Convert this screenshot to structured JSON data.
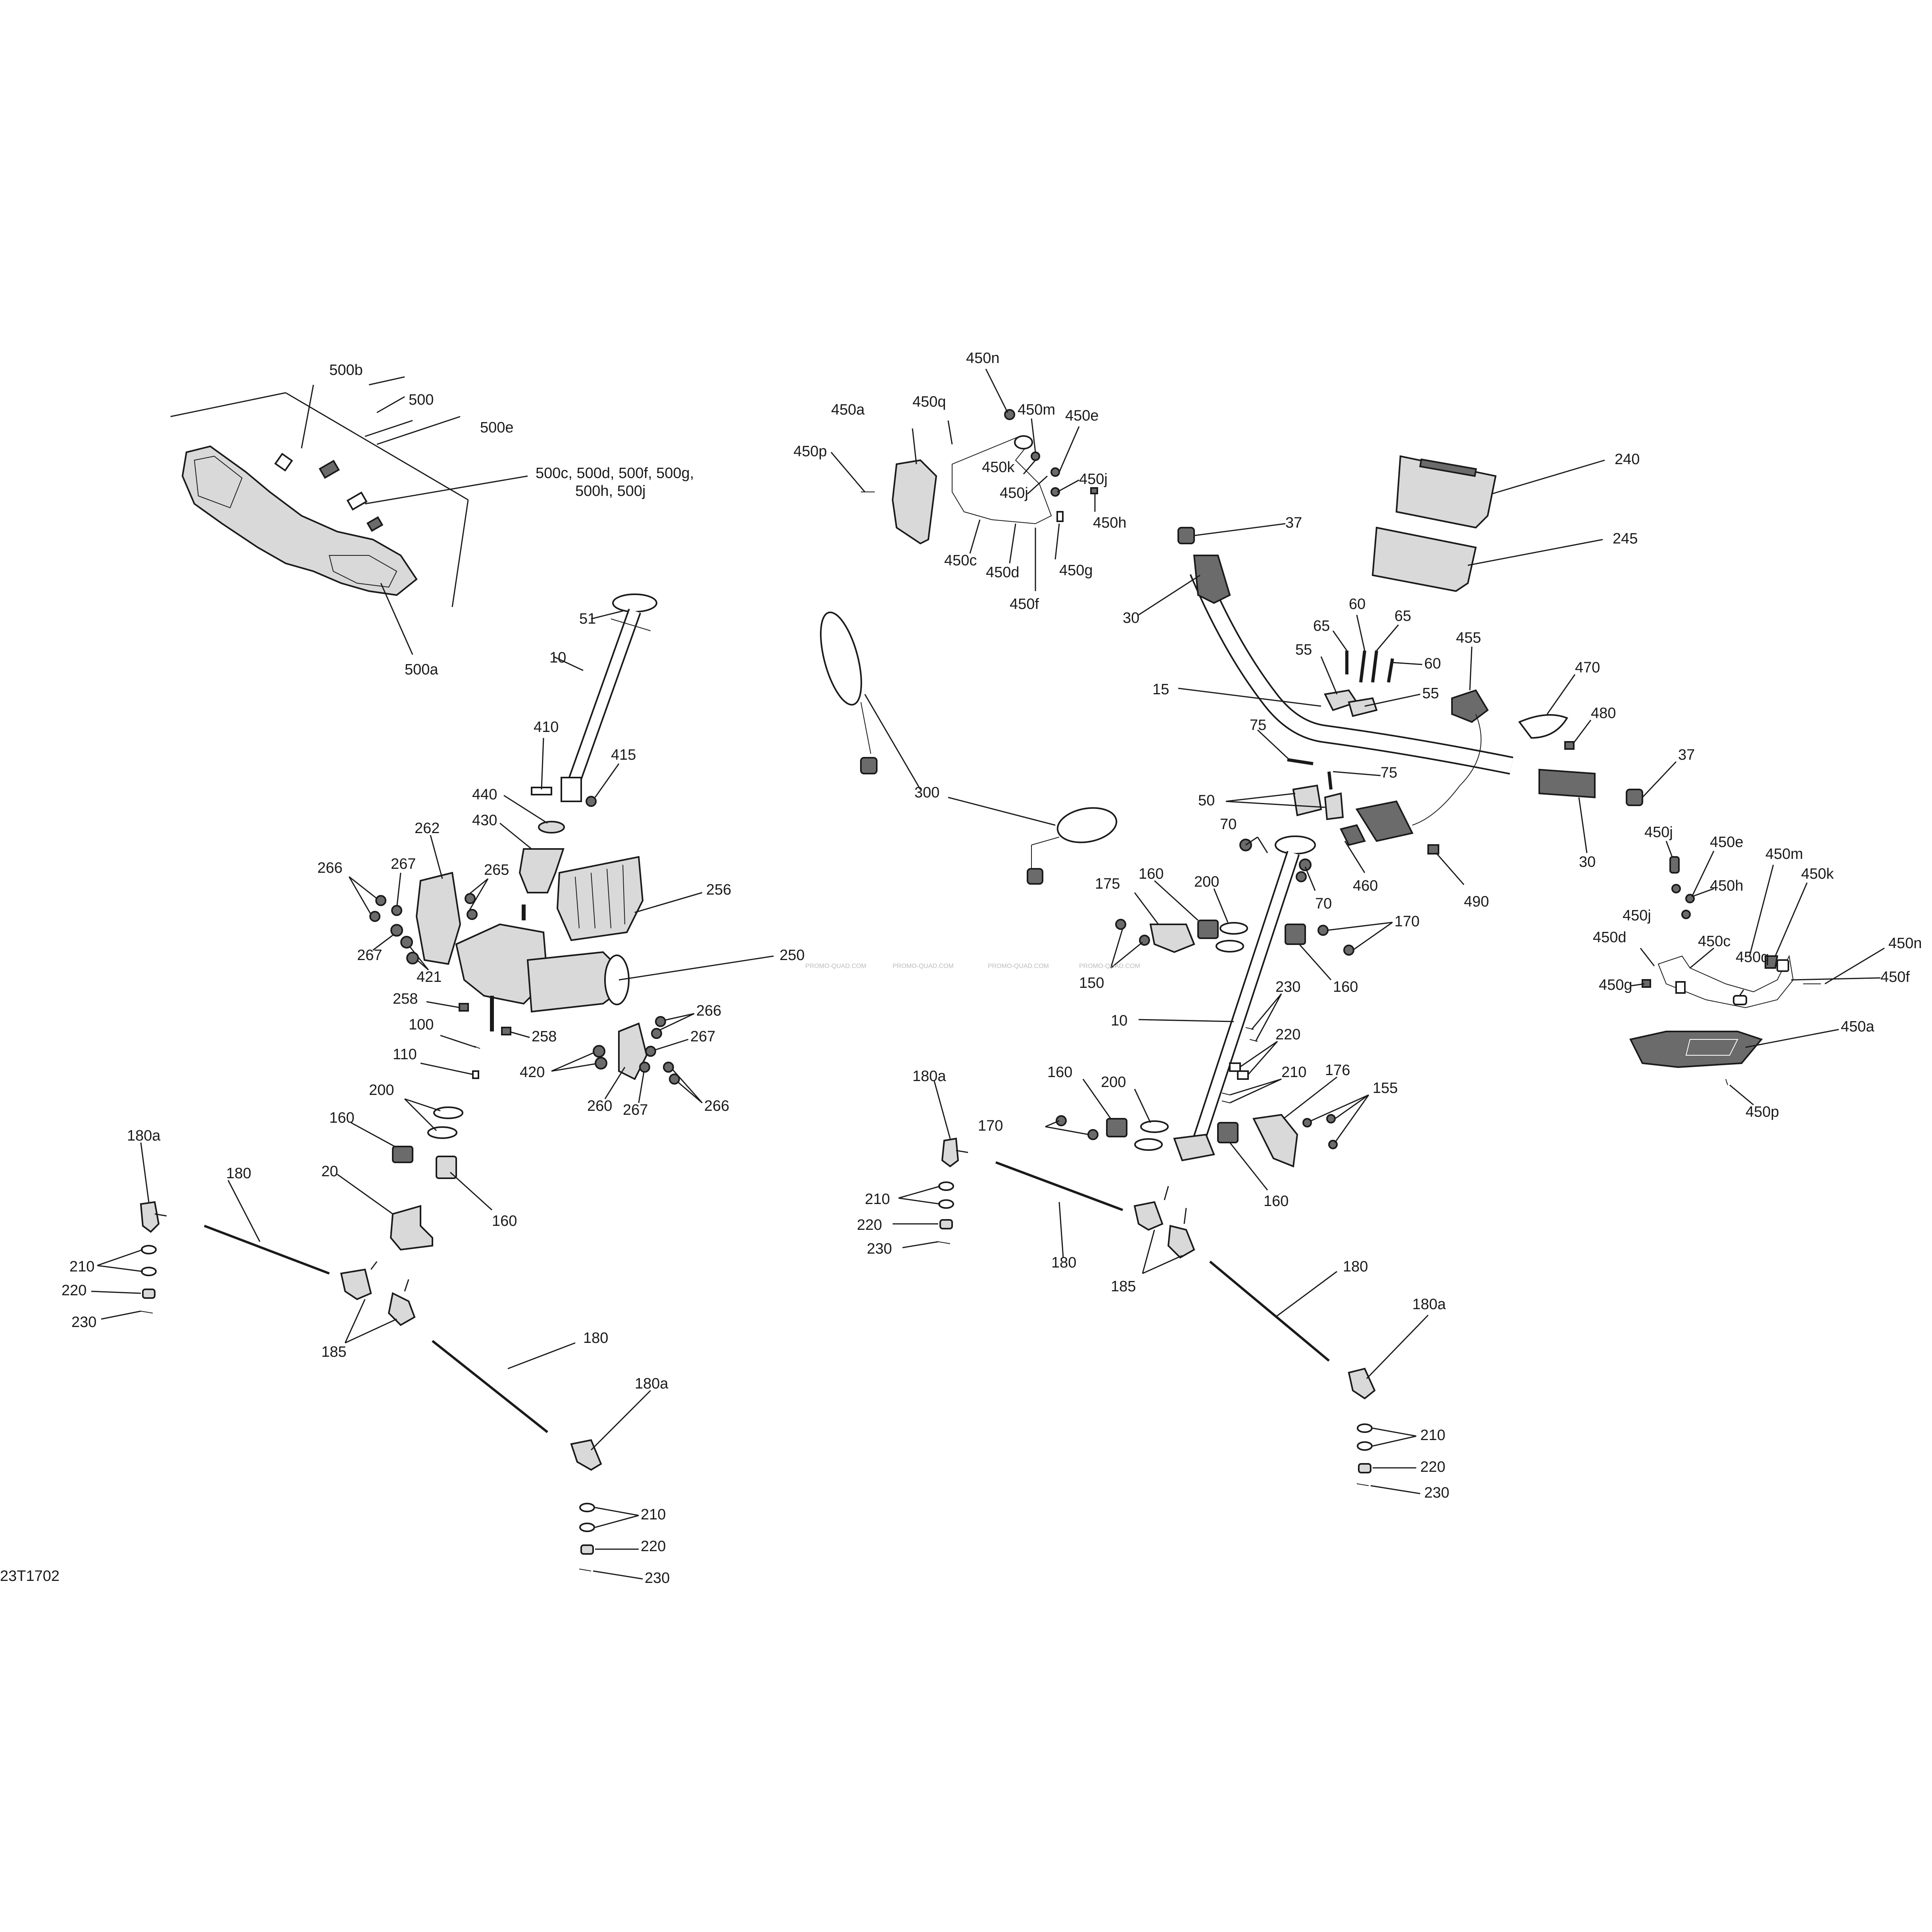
{
  "drawing_code": "23T1702",
  "watermark": "PROMO-QUAD.COM",
  "callouts": {
    "c500b": "500b",
    "c500": "500",
    "c500e": "500e",
    "c500c_line1": "500c, 500d, 500f, 500g,",
    "c500c_line2": "500h, 500j",
    "c500a": "500a",
    "c51": "51",
    "c10a": "10",
    "c410": "410",
    "c415": "415",
    "c440": "440",
    "c430": "430",
    "c262": "262",
    "c266a": "266",
    "c267a": "267",
    "c265": "265",
    "c256": "256",
    "c267b": "267",
    "c421": "421",
    "c250": "250",
    "c258a": "258",
    "c258b": "258",
    "c100": "100",
    "c110": "110",
    "c266b": "266",
    "c267c": "267",
    "c420": "420",
    "c260": "260",
    "c267d": "267",
    "c266c": "266",
    "c200a": "200",
    "c160a": "160",
    "c20": "20",
    "c160b": "160",
    "c180a_1": "180a",
    "c180_1": "180",
    "c210_1": "210",
    "c220_1": "220",
    "c230_1": "230",
    "c185_1": "185",
    "c180_2": "180",
    "c180a_2": "180a",
    "c210_2": "210",
    "c220_2": "220",
    "c230_2": "230",
    "c450n_t": "450n",
    "c450a_t": "450a",
    "c450q_t": "450q",
    "c450m_t": "450m",
    "c450e_t": "450e",
    "c450p_t": "450p",
    "c450k_t": "450k",
    "c450j_t1": "450j",
    "c450j_t2": "450j",
    "c450h_t": "450h",
    "c450c_t": "450c",
    "c450d_t": "450d",
    "c450g_t": "450g",
    "c450f_t": "450f",
    "c37a": "37",
    "c30a": "30",
    "c240": "240",
    "c245": "245",
    "c60a": "60",
    "c65a": "65",
    "c65b": "65",
    "c60b": "60",
    "c55a": "55",
    "c55b": "55",
    "c455": "455",
    "c470": "470",
    "c480": "480",
    "c15": "15",
    "c75a": "75",
    "c75b": "75",
    "c37b": "37",
    "c30b": "30",
    "c300": "300",
    "c50": "50",
    "c70a": "70",
    "c70b": "70",
    "c460": "460",
    "c490": "490",
    "c175": "175",
    "c160c": "160",
    "c200b": "200",
    "c170a": "170",
    "c150": "150",
    "c160d": "160",
    "c230_3": "230",
    "c10b": "10",
    "c220_3": "220",
    "c210_3": "210",
    "c180a_3": "180a",
    "c160e": "160",
    "c200c": "200",
    "c176": "176",
    "c155": "155",
    "c170b": "170",
    "c160f": "160",
    "c210_4": "210",
    "c220_4": "220",
    "c230_4": "230",
    "c180_3": "180",
    "c185_2": "185",
    "c180_4": "180",
    "c180a_4": "180a",
    "c210_5": "210",
    "c220_5": "220",
    "c230_5": "230",
    "c450j_r1": "450j",
    "c450e_r": "450e",
    "c450m_r": "450m",
    "c450k_r": "450k",
    "c450h_r": "450h",
    "c450n_r": "450n",
    "c450j_r2": "450j",
    "c450d_r": "450d",
    "c450c_r": "450c",
    "c450q_r": "450q",
    "c450g_r": "450g",
    "c450f_r": "450f",
    "c450a_r": "450a",
    "c450p_r": "450p"
  }
}
